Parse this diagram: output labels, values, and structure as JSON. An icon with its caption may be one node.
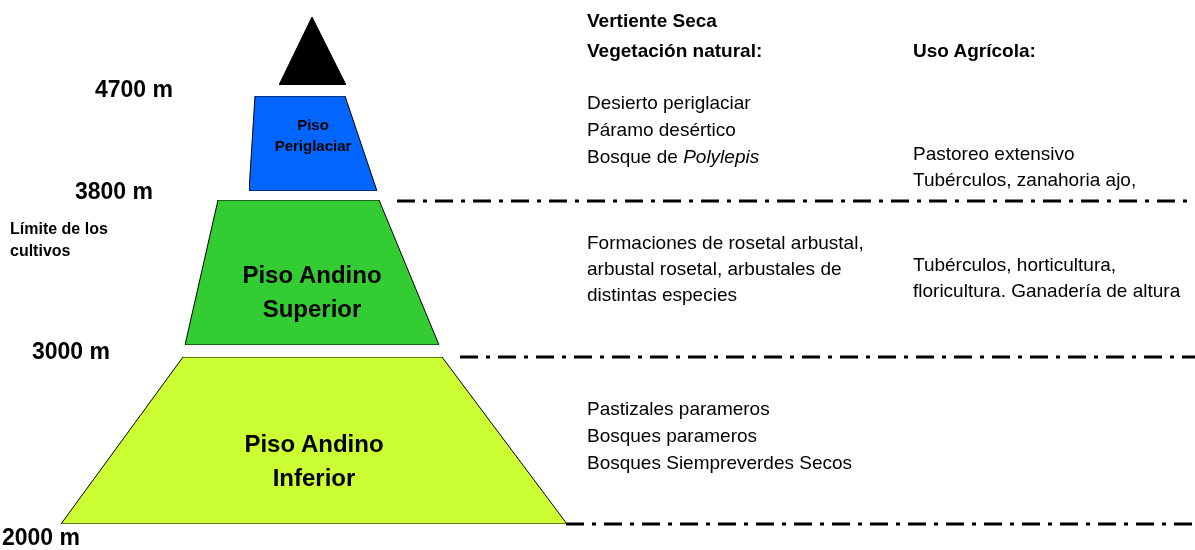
{
  "diagram": {
    "nodes": [
      {
        "text": [],
        "shape": "triangle"
      },
      {
        "text": [
          "Piso Periglaciar"
        ]
      },
      {
        "text": [
          "Piso Andino Superior"
        ]
      },
      {
        "text": [
          "Piso Andino Inferior"
        ]
      }
    ],
    "edges": [],
    "labels": [
      "Vertiente Seca",
      "Vegetación natural:",
      "Uso Agrícola:",
      "4700 m",
      "Desierto periglaciar",
      "Páramo desértico",
      "Bosque de *Polylepis*",
      "Pastoreo extensivo",
      "Tubérculos, zanahoria ajo,",
      "3800 m",
      "Límite de los cultivos",
      "Formaciones de rosetal arbustal, arbustal rosetal, arbustales de distintas especies",
      "Tubérculos, horticultura, floricultura. Ganadería de altura",
      "3000 m",
      "Pastizales parameros",
      "Bosques parameros",
      "Bosques Siempreverdes Secos",
      "2000 m"
    ]
  }
}
